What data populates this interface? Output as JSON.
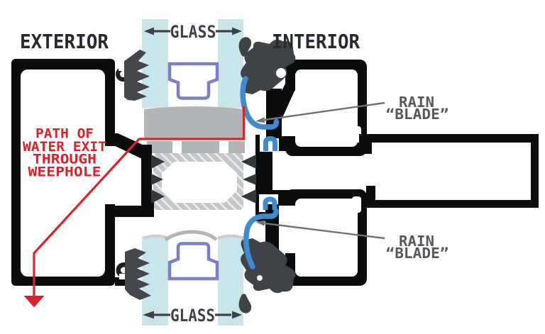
{
  "labels": {
    "exterior": "EXTERIOR",
    "interior": "INTERIOR",
    "glass_top": "GLASS",
    "glass_bottom": "GLASS",
    "rain_blade_top_line1": "RAIN",
    "rain_blade_top_line2": "“BLADE”",
    "rain_blade_bottom_line1": "RAIN",
    "rain_blade_bottom_line2": "“BLADE”",
    "water_path_line1": "PATH OF",
    "water_path_line2": "WATER EXIT",
    "water_path_line3": "THROUGH",
    "water_path_line4": "WEEPHOLE"
  },
  "colors": {
    "background": "#ffffff",
    "profile_black": "#0b0c0d",
    "gasket_dark": "#44484c",
    "glass_cyan": "#c8e6e9",
    "spacer_purple": "#7c80c3",
    "glazing_gray": "#b1b5b8",
    "thermal_break_gray": "#c3c6c9",
    "rain_blade_blue": "#3e8ccf",
    "water_path_red": "#d8232b",
    "label_dark": "#26292d",
    "label_gray": "#55595e",
    "pointer_gray": "#6e7378"
  },
  "icons": {
    "water_exit_arrow": "down-arrow",
    "glass_span_arrows": "left-right-dimension-arrows",
    "rain_blade_pointers": "leader-line-arrows"
  }
}
